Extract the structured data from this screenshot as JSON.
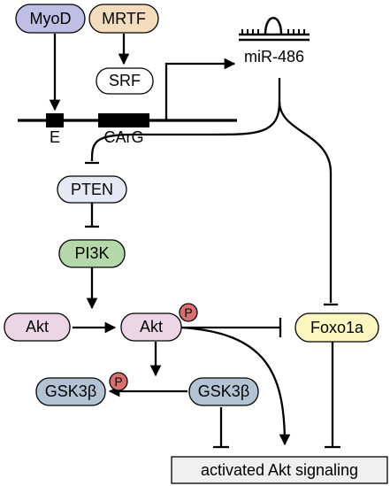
{
  "colors": {
    "myod": "#bfbfe6",
    "mrtf": "#f4dcbd",
    "pten": "#e6e8f4",
    "pi3k": "#b4d8aa",
    "akt": "#ecd6e6",
    "foxo1a": "#fcf7c0",
    "gsk3b": "#b2c4d4",
    "phospho": "#d97070",
    "output_box": "#efefef"
  },
  "nodes": {
    "myod": "MyoD",
    "mrtf": "MRTF",
    "srf": "SRF",
    "pten": "PTEN",
    "pi3k": "PI3K",
    "akt_inactive": "Akt",
    "akt_active": "Akt",
    "foxo1a": "Foxo1a",
    "gsk3b_p": "GSK3β",
    "gsk3b": "GSK3β"
  },
  "dna": {
    "e_box": "E",
    "carg_box": "CArG"
  },
  "mirna": "miR-486",
  "phospho_label": "P",
  "output": "activated Akt signaling"
}
